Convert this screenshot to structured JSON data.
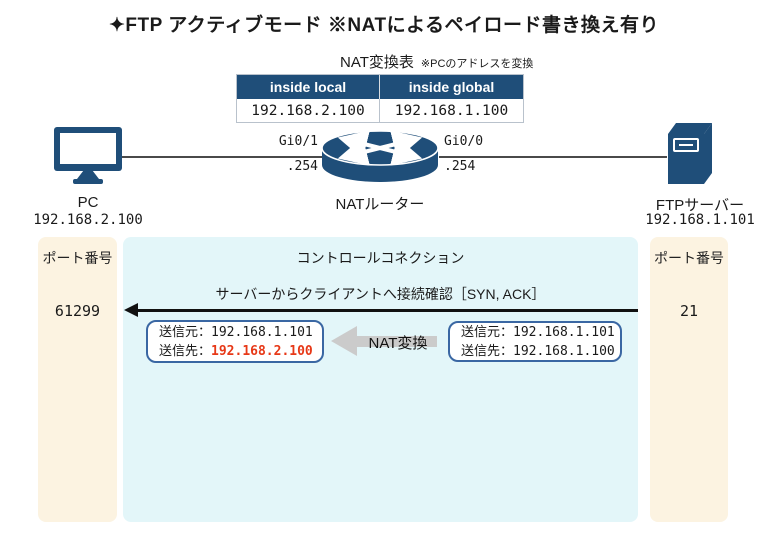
{
  "title": "✦FTP アクティブモード ※NATによるペイロード書き換え有り",
  "nat_table": {
    "title": "NAT変換表",
    "note": "※PCのアドレスを変換",
    "headers": [
      "inside local",
      "inside global"
    ],
    "row": [
      "192.168.2.100",
      "192.168.1.100"
    ]
  },
  "devices": {
    "pc": {
      "label": "PC",
      "ip": "192.168.2.100"
    },
    "router": {
      "label": "NATルーター",
      "left_interface": "Gi0/1",
      "left_ip": ".254",
      "right_interface": "Gi0/0",
      "right_ip": ".254"
    },
    "server": {
      "label": "FTPサーバー",
      "ip": "192.168.1.101"
    }
  },
  "flow": {
    "port_header_left": "ポート番号",
    "port_header_right": "ポート番号",
    "left_port": "61299",
    "right_port": "21",
    "connection_title": "コントロールコネクション",
    "arrow_label": "サーバーからクライアントへ接続確認［SYN, ACK］",
    "nat_label": "NAT変換",
    "packet_translated": {
      "src_label": "送信元：",
      "src_ip": "192.168.1.101",
      "dst_label": "送信先：",
      "dst_ip": "192.168.2.100"
    },
    "packet_original": {
      "src_label": "送信元：",
      "src_ip": "192.168.1.101",
      "dst_label": "送信先：",
      "dst_ip": "192.168.1.100"
    }
  },
  "colors": {
    "navy": "#1F4E79",
    "cream": "#FCF3E1",
    "light_cyan": "#E3F6F9",
    "packet_border": "#3A67A3",
    "highlight_red": "#E73817",
    "gray_arrow": "#CBCBCB"
  }
}
